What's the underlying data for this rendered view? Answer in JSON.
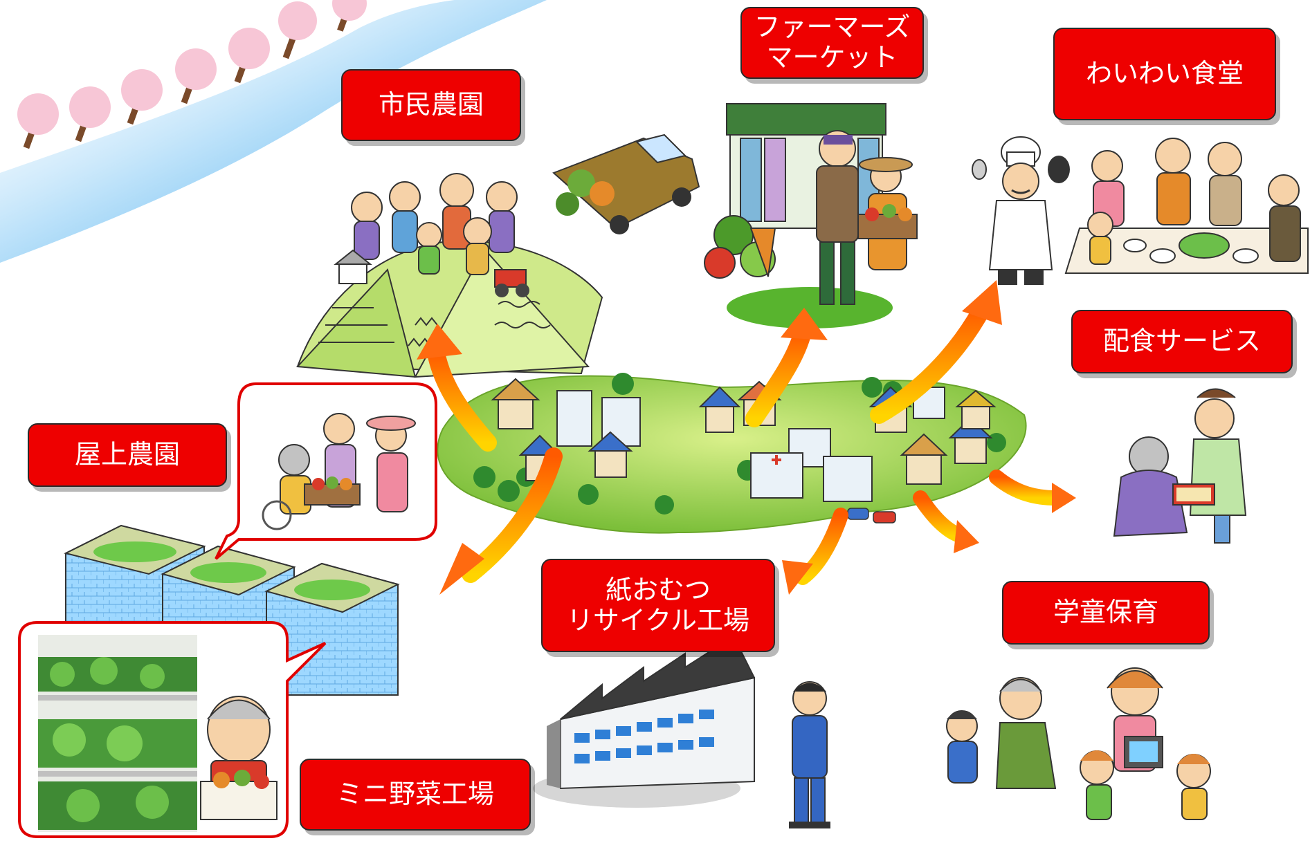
{
  "labels": {
    "shimin_noen": "市民農園",
    "farmers_market": "ファーマーズ\nマーケット",
    "waiwai_shokudo": "わいわい食堂",
    "haishoku_service": "配食サービス",
    "okujo_noen": "屋上農園",
    "kami_omutsu": "紙おむつ\nリサイクル工場",
    "gakudo_hoiku": "学童保育",
    "mini_yasai": "ミニ野菜工場"
  },
  "illustrations": {
    "town": "town-illustration",
    "community_garden": "community-garden-illustration",
    "market": "market-stall-illustration",
    "chef": "chef-illustration",
    "dining": "dining-group-illustration",
    "meal_delivery": "meal-delivery-illustration",
    "rooftop": "rooftop-farm-buildings-illustration",
    "caregiving": "elderly-care-vegetables-illustration",
    "factory": "factory-illustration",
    "worker": "factory-worker-illustration",
    "childcare": "childcare-illustration",
    "hydroponics": "indoor-vegetable-shelves-photo",
    "farmer": "elderly-farmer-illustration",
    "river": "river-with-cherry-trees-illustration",
    "truck": "produce-truck-illustration"
  },
  "colors": {
    "label_red": "#ee0000",
    "arrow_start": "#ffd400",
    "arrow_end": "#ff5a00",
    "grass": "#8cc63f",
    "river": "#9fd3f5",
    "blossom": "#f7c6d6"
  }
}
